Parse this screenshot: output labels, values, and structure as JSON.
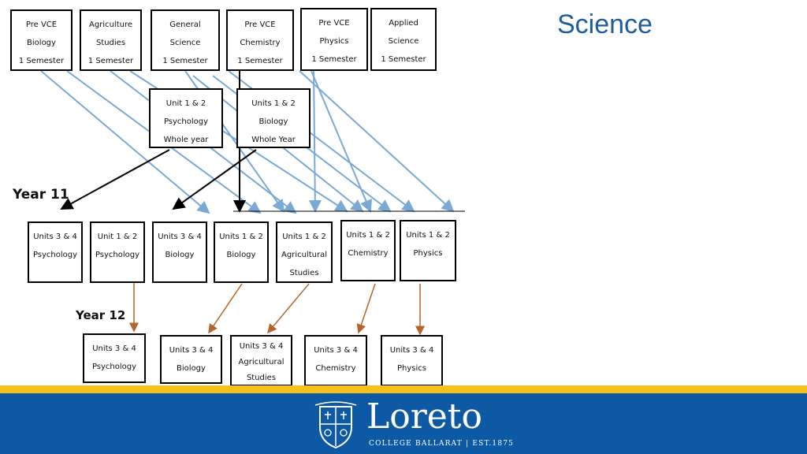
{
  "header": {
    "title": "Science"
  },
  "year_labels": {
    "year11": "Year 11",
    "year12": "Year 12"
  },
  "pre_vce_row": [
    {
      "lines": [
        "Pre VCE",
        "Biology",
        "1 Semester"
      ]
    },
    {
      "lines": [
        "Agriculture",
        "Studies",
        "1 Semester"
      ]
    },
    {
      "lines": [
        "General",
        "Science",
        "1 Semester"
      ]
    },
    {
      "lines": [
        "Pre VCE",
        "Chemistry",
        "1 Semester"
      ]
    },
    {
      "lines": [
        "Pre VCE",
        "Physics",
        "1 Semester"
      ]
    },
    {
      "lines": [
        "Applied",
        "Science",
        "1 Semester"
      ]
    }
  ],
  "whole_year_row": [
    {
      "lines": [
        "Unit 1 & 2",
        "Psychology",
        "Whole year"
      ]
    },
    {
      "lines": [
        "Units 1 & 2",
        "Biology",
        "Whole Year"
      ]
    }
  ],
  "year11_row": [
    {
      "lines": [
        "Units 3 & 4",
        "Psychology"
      ]
    },
    {
      "lines": [
        "Unit 1 & 2",
        "Psychology"
      ]
    },
    {
      "lines": [
        "Units 3 & 4",
        "Biology"
      ]
    },
    {
      "lines": [
        "Units 1 & 2",
        "Biology"
      ]
    },
    {
      "lines": [
        "Units 1 & 2",
        "Agricultural",
        "Studies"
      ]
    },
    {
      "lines": [
        "Units 1 & 2",
        "Chemistry"
      ]
    },
    {
      "lines": [
        "Units 1 & 2",
        "Physics"
      ]
    }
  ],
  "year12_row": [
    {
      "lines": [
        "Units 3 & 4",
        "Psychology"
      ]
    },
    {
      "lines": [
        "Units 3 & 4",
        "Biology"
      ]
    },
    {
      "lines": [
        "Units 3 & 4",
        "Agricultural",
        "Studies"
      ]
    },
    {
      "lines": [
        "Units 3 & 4",
        "Chemistry"
      ]
    },
    {
      "lines": [
        "Units 3 & 4",
        "Physics"
      ]
    }
  ],
  "footer": {
    "logo_text": "Loreto",
    "logo_subtext": "COLLEGE BALLARAT | EST.1875"
  },
  "colors": {
    "title": "#1f5d9c",
    "footer_band": "#0e59a3",
    "footer_stripe": "#f4c21b",
    "arrow_blue": "#7aa9d6",
    "arrow_brown": "#b5652a"
  }
}
